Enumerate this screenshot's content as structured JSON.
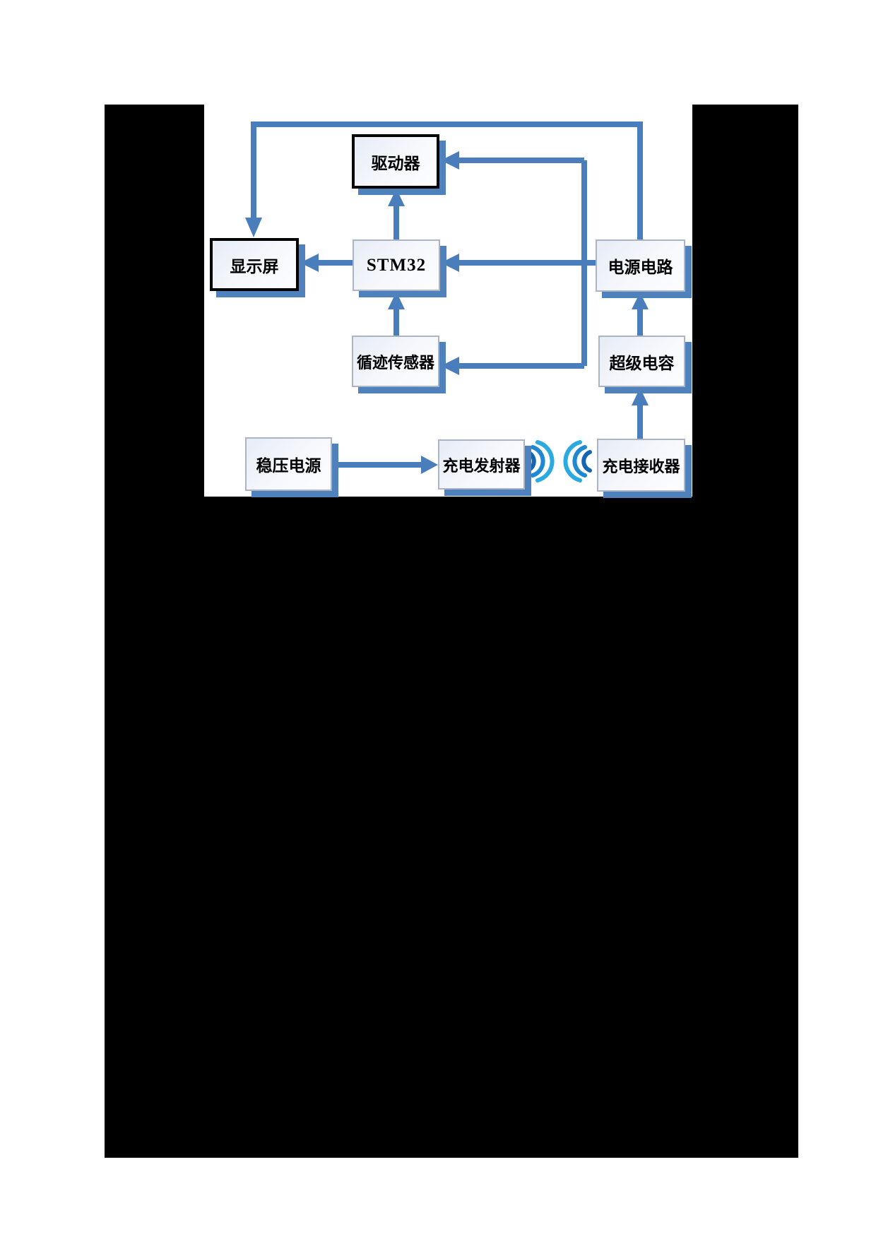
{
  "diagram": {
    "title_hint": "wireless-charging tracking car block diagram",
    "colors": {
      "accent_blue": "#4f81bd",
      "line_blue": "#4a7dbb",
      "wave_blues": [
        "#1565b0",
        "#1e88d2",
        "#29abe2"
      ],
      "node_fill_light": "#e7ecf5",
      "emphasis_border": "#000000",
      "normal_border": "#aab4c4",
      "backdrop": "#000000",
      "panel": "#ffffff"
    },
    "nodes": {
      "driver": {
        "label": "驱动器",
        "style": "emphasis"
      },
      "display": {
        "label": "显示屏",
        "style": "emphasis"
      },
      "mcu": {
        "label": "STM32",
        "style": "normal"
      },
      "power_circuit": {
        "label": "电源电路",
        "style": "normal"
      },
      "tracking_sensor": {
        "label": "循迹传感器",
        "style": "normal"
      },
      "super_capacitor": {
        "label": "超级电容",
        "style": "normal"
      },
      "regulated_supply": {
        "label": "稳压电源",
        "style": "normal"
      },
      "charge_transmitter": {
        "label": "充电发射器",
        "style": "normal"
      },
      "charge_receiver": {
        "label": "充电接收器",
        "style": "normal"
      }
    },
    "edges": [
      {
        "from": "power_circuit",
        "to": "display",
        "route": "up-over-top-then-down"
      },
      {
        "from": "power_circuit",
        "to": "driver",
        "route": "left-branch-up"
      },
      {
        "from": "power_circuit",
        "to": "mcu",
        "route": "straight-left"
      },
      {
        "from": "power_circuit",
        "to": "tracking_sensor",
        "route": "left-branch-down"
      },
      {
        "from": "mcu",
        "to": "driver",
        "route": "straight-up"
      },
      {
        "from": "mcu",
        "to": "display",
        "route": "straight-left"
      },
      {
        "from": "tracking_sensor",
        "to": "mcu",
        "route": "straight-up"
      },
      {
        "from": "super_capacitor",
        "to": "power_circuit",
        "route": "straight-up"
      },
      {
        "from": "charge_receiver",
        "to": "super_capacitor",
        "route": "straight-up"
      },
      {
        "from": "regulated_supply",
        "to": "charge_transmitter",
        "route": "straight-right"
      },
      {
        "from": "charge_transmitter",
        "to": "charge_receiver",
        "type": "wireless"
      }
    ],
    "icons": {
      "transmit_waves": "wireless-waves-radiating-right",
      "receive_waves": "wireless-waves-radiating-left"
    }
  }
}
